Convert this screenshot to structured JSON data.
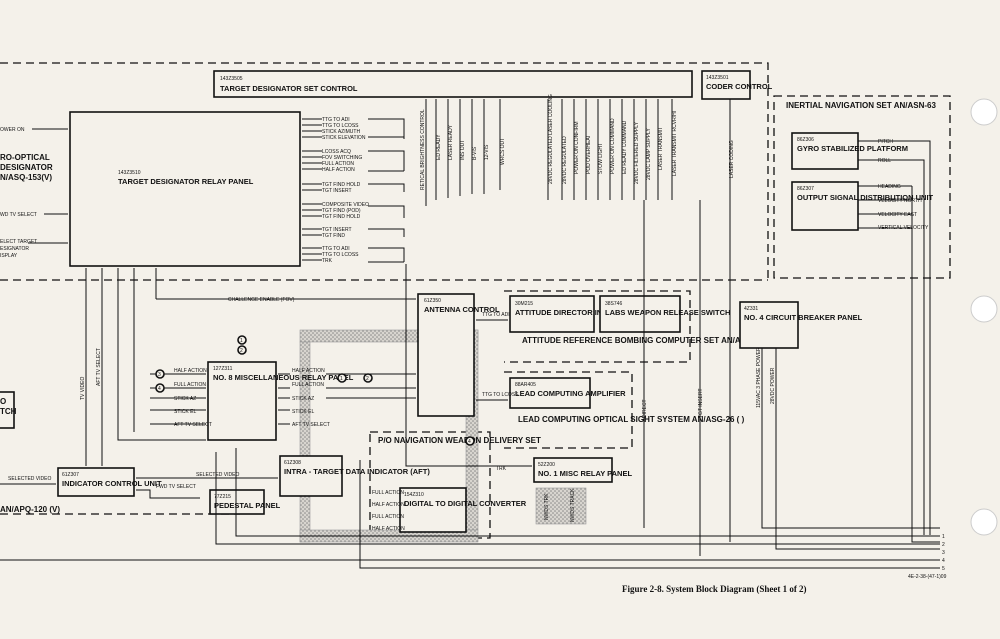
{
  "top_bar": {
    "code": "143Z3505",
    "title": "TARGET DESIGNATOR SET CONTROL"
  },
  "coder": {
    "code": "143Z3501",
    "title": "CODER CONTROL"
  },
  "relay_panel": {
    "code": "143Z3510",
    "title": "TARGET DESIGNATOR RELAY PANEL"
  },
  "left_labels": [
    "OWER ON",
    "RO-OPTICAL",
    "DESIGNATOR",
    "N/ASQ-153(V)",
    "WD TV SELECT",
    "ELECT TARGET",
    "ESIGNATOR",
    "ISPLAY",
    "O",
    "TCH"
  ],
  "relay_signals": [
    "TTG TO ADI",
    "TTG TO LCOSS",
    "STICK AZIMUTH",
    "STICK ELEVATION",
    "LCOSS ACQ",
    "FOV SWITCHING",
    "FULL ACTION",
    "HALF ACTION",
    "TGT FIND HOLD",
    "TGT INSERT",
    "COMPOSITE VIDEO",
    "TGT FIND (POD)",
    "TGT FIND HOLD",
    "TGT INSERT",
    "TGT FIND",
    "TTG TO ADI",
    "TTG TO LCOSS",
    "TRK"
  ],
  "vertical_a": [
    "RETICAL BRIGHTNESS CONTROL",
    "ED READY",
    "LASER READY",
    "INS OUT",
    "B-VIS",
    "12-VIS",
    "WRCS OUT"
  ],
  "vertical_b": [
    "28VDC REGULATED LASER COOLING",
    "28VDC REGULATED",
    "POWER ON CONFIRM",
    "POD OVERHEAT",
    "STOW LIGHT",
    "POWER ON COMMAND",
    "ED READY COMMAND",
    "28VDC FILTERED SUPPLY",
    "28VDC LAMP SUPPLY",
    "LASER TRANSMIT",
    "LASER TRANSMIT RCVR/HI"
  ],
  "laser_coding": "LASER CODING",
  "inertial": {
    "title": "INERTIAL NAVIGATION SET AN/ASN-63",
    "gyro_code": "86Z306",
    "gyro": "GYRO STABILIZED PLATFORM",
    "odu_code": "86Z307",
    "odu": "OUTPUT SIGNAL DISTRIBUTION UNIT",
    "pitch": "PITCH",
    "roll": "ROLL",
    "outputs": [
      "HEADING",
      "VELOCITY NORTH",
      "VELOCITY EAST",
      "VERTICAL VELOCITY"
    ]
  },
  "antenna": {
    "code": "61Z350",
    "title": "ANTENNA CONTROL",
    "challenge": "CHALLENGE ENABLE (FOV)"
  },
  "ajb7": {
    "attitude_code": "30M215",
    "attitude": "ATTITUDE DIRECTOR INDICATOR",
    "labs_code": "38S746",
    "labs": "LABS WEAPON RELEASE SWITCH",
    "title": "ATTITUDE REFERENCE BOMBING COMPUTER SET AN/AJB-7",
    "ttg_adi": "TTG TO ADI"
  },
  "asg26": {
    "amp_code": "88AR405",
    "amp": "LEAD COMPUTING AMPLIFIER",
    "title": "LEAD COMPUTING OPTICAL SIGHT SYSTEM AN/ASG-26 ( )",
    "ttg_lcoss": "TTG TO LCOSS"
  },
  "cb": {
    "code": "4Z331",
    "title": "NO. 4 CIRCUIT BREAKER PANEL",
    "ac": "115VAC 3 PHASE POWER",
    "dc": "28VDC POWER"
  },
  "misc8": {
    "code": "127Z311",
    "title": "NO. 8 MISCELLANEOUS RELAY PANEL",
    "left": [
      "HALF ACTION",
      "FULL ACTION",
      "STICK AZ",
      "STICK EL",
      "AFT TV SELECT"
    ],
    "right": [
      "HALF ACTION",
      "FULL ACTION",
      "STICK AZ",
      "STICK EL",
      "AFT TV SELECT"
    ]
  },
  "intra": {
    "code": "61Z308",
    "title": "INTRA - TARGET DATA INDICATOR (AFT)",
    "selected_video": "SELECTED VIDEO"
  },
  "icu": {
    "code": "61Z307",
    "title": "INDICATOR CONTROL UNIT",
    "in": "SELECTED VIDEO",
    "fwd": "FWD TV SELECT"
  },
  "pedestal": {
    "code": "77Z215",
    "title": "PEDESTAL PANEL"
  },
  "apq": "AN/APQ-120 (V)",
  "po_nav": {
    "title": "P/O NAVIGATION WEAPON DELIVERY SET",
    "conv_code": "154Z310",
    "conv": "DIGITAL TO DIGITAL CONVERTER",
    "inputs": [
      "FULL ACTION",
      "HALF ACTION",
      "FULL ACTION",
      "HALF ACTION"
    ]
  },
  "misc1": {
    "code": "52Z200",
    "title": "NO. 1 MISC RELAY PANEL",
    "trk": "TRK",
    "nwds_trk": "NWDS TRK",
    "nwds_track": "NWDS TRACK"
  },
  "tv_labels": [
    "TV VIDEO",
    "AFT TV SELECT"
  ],
  "direct": "DIRECT",
  "tgt_insert": "TGT INSERT",
  "bus": [
    "1",
    "2",
    "3",
    "4",
    "5"
  ],
  "circles": [
    "1",
    "2",
    "3",
    "4",
    "1",
    "2",
    "4"
  ],
  "caption": "Figure 2-8. System Block Diagram (Sheet 1 of 2)",
  "doc_code": "4E-2-38-(47-1)09"
}
